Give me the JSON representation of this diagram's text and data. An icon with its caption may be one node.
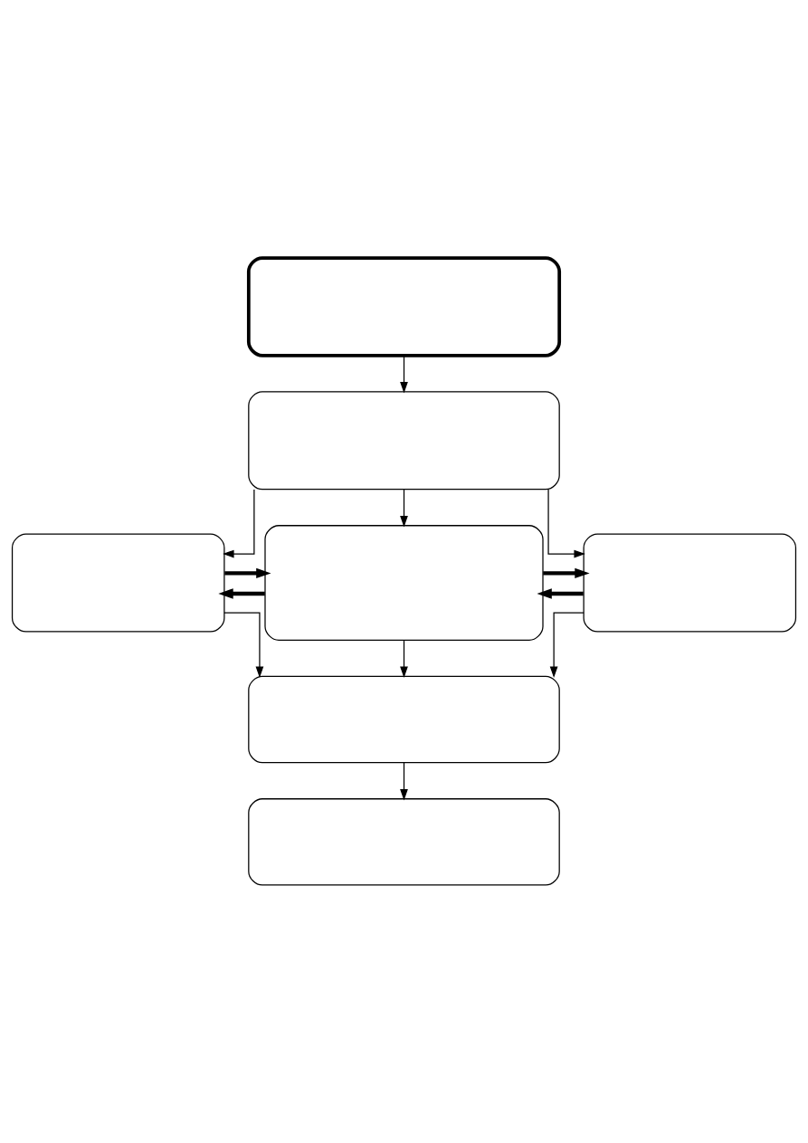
{
  "diagram": {
    "nodes": [
      {
        "text": [],
        "shape": "box"
      },
      {
        "text": [],
        "shape": "box"
      },
      {
        "text": [],
        "shape": "box"
      },
      {
        "text": [],
        "shape": "box"
      },
      {
        "text": [],
        "shape": "box"
      },
      {
        "text": [],
        "shape": "box"
      },
      {
        "text": [],
        "shape": "box"
      }
    ],
    "edges": [
      {
        "from": 0,
        "to": 1,
        "arrow": "to"
      },
      {
        "from": 1,
        "to": 2,
        "arrow": "to"
      },
      {
        "from": 1,
        "to": 3,
        "arrow": "to"
      },
      {
        "from": 1,
        "to": 4,
        "arrow": "to"
      },
      {
        "from": 2,
        "to": 3,
        "arrow": "to",
        "style": "thick"
      },
      {
        "from": 3,
        "to": 2,
        "arrow": "to",
        "style": "thick"
      },
      {
        "from": 3,
        "to": 4,
        "arrow": "to",
        "style": "thick"
      },
      {
        "from": 4,
        "to": 3,
        "arrow": "to",
        "style": "thick"
      },
      {
        "from": 2,
        "to": 5,
        "arrow": "to"
      },
      {
        "from": 3,
        "to": 5,
        "arrow": "to"
      },
      {
        "from": 4,
        "to": 5,
        "arrow": "to"
      },
      {
        "from": 5,
        "to": 6,
        "arrow": "to"
      }
    ]
  }
}
